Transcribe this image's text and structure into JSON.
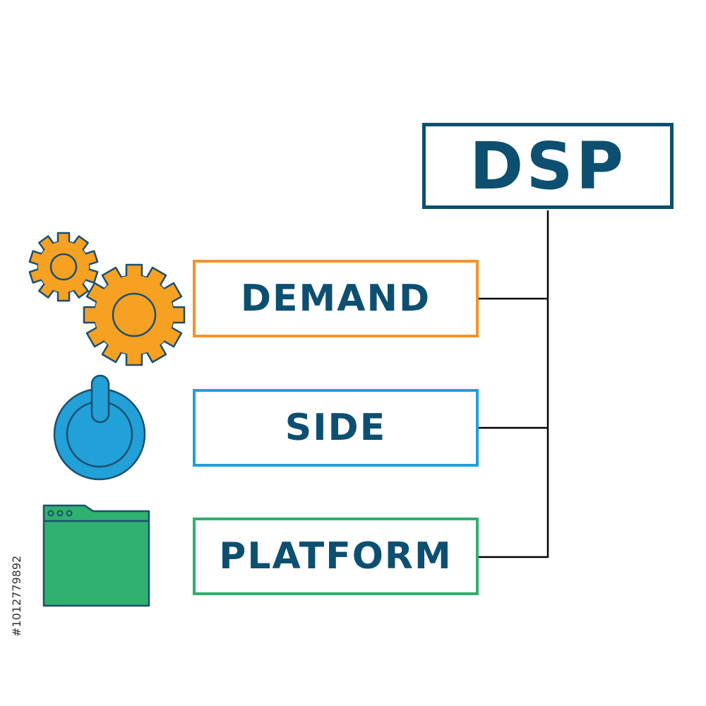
{
  "title": "DSP",
  "items": [
    {
      "label": "DEMAND",
      "color": "#f5922a",
      "icon": "gears-icon"
    },
    {
      "label": "SIDE",
      "color": "#22a0d8",
      "icon": "power-switch-icon"
    },
    {
      "label": "PLATFORM",
      "color": "#2fb070",
      "icon": "browser-window-icon"
    }
  ],
  "stock_id": "#1012779892",
  "colors": {
    "text": "#0d4f70",
    "line": "#000000",
    "outline": "#1a4f6e"
  }
}
